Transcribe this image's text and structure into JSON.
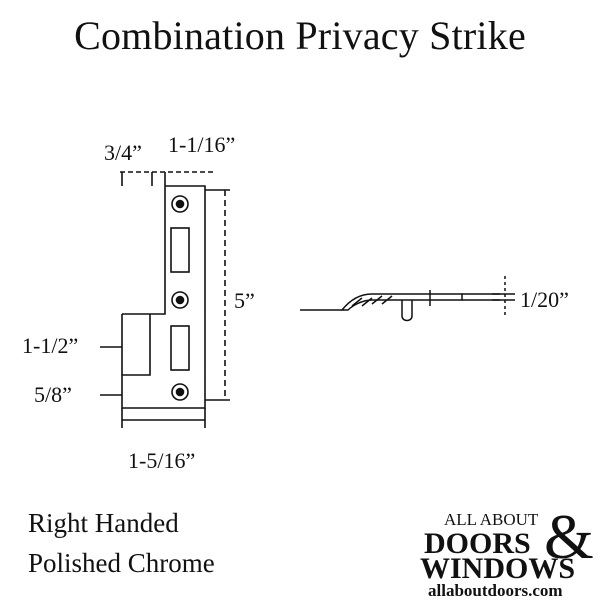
{
  "title": "Combination Privacy Strike",
  "dimensions": {
    "top_left": "3/4”",
    "top_right": "1-1/16”",
    "height": "5”",
    "side_upper": "1-1/2”",
    "side_lower": "5/8”",
    "bottom": "1-5/16”",
    "thickness": "1/20”"
  },
  "caption": {
    "line1": "Right Handed",
    "line2": "Polished Chrome"
  },
  "logo": {
    "top": "ALL ABOUT",
    "doors": "DOORS",
    "amp": "&",
    "windows": "WINDOWS",
    "url": "allaboutdoors.com",
    "colors": {
      "text": "#8c8c8c",
      "url": "#6b8e3a"
    }
  }
}
